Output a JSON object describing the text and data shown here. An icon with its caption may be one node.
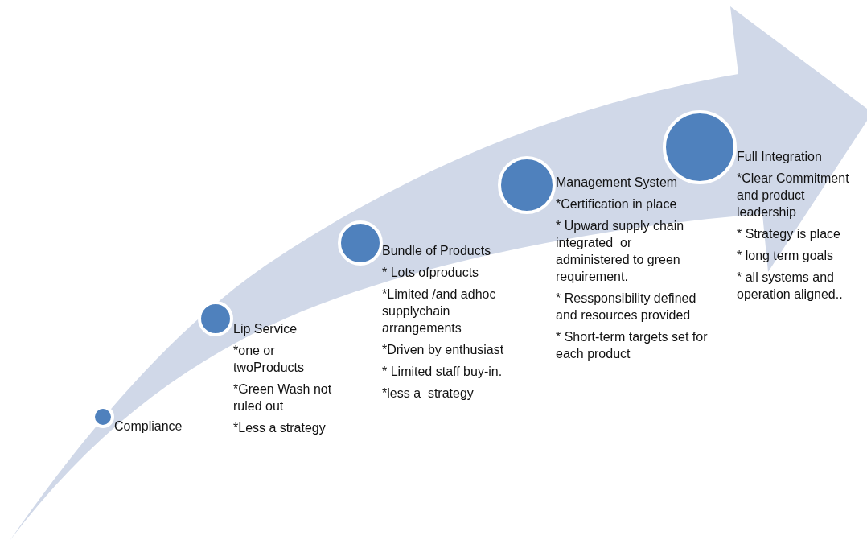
{
  "diagram": {
    "nodes": [
      {
        "text": [
          "Compliance"
        ]
      },
      {
        "text": [
          "Lip Service",
          "*one or twoProducts",
          "*Green Wash not ruled out",
          "*Less a strategy"
        ]
      },
      {
        "text": [
          "Bundle of Products",
          "* Lots ofproducts",
          "*Limited /and adhoc supplychain arrangements",
          "*Driven by enthusiast",
          "* Limited staff buy-in.",
          "*less a  strategy"
        ]
      },
      {
        "text": [
          "Management System",
          "*Certification in place",
          "* Upward supply chain  integrated  or administered to green requirement.",
          "* Ressponsibility defined and resources provided",
          "* Short-term targets set for each product"
        ]
      },
      {
        "text": [
          "Full Integration",
          "*Clear Commitment and product leadership",
          "* Strategy is place",
          "* long term goals",
          "* all systems and operation aligned.."
        ]
      }
    ]
  }
}
